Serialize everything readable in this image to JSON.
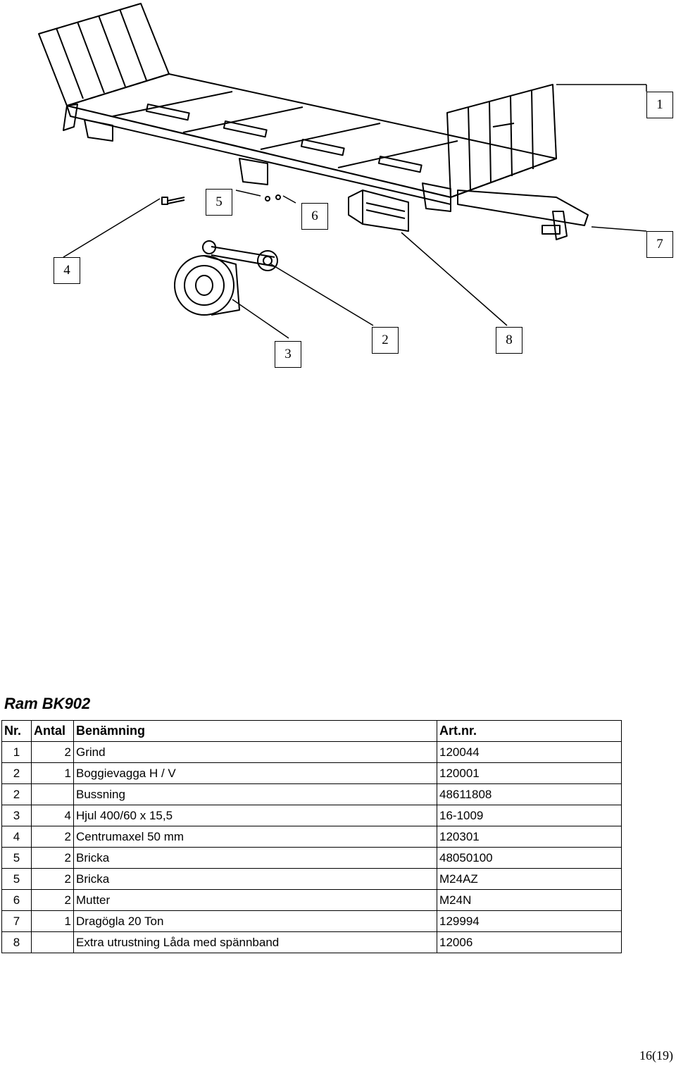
{
  "callouts": [
    "1",
    "7",
    "5",
    "6",
    "4",
    "3",
    "2",
    "8"
  ],
  "title": "Ram BK902",
  "table": {
    "headers": [
      "Nr.",
      "Antal",
      "Benämning",
      "Art.nr."
    ],
    "rows": [
      [
        "1",
        "2",
        "Grind",
        "120044"
      ],
      [
        "2",
        "1",
        "Boggievagga H / V",
        "120001"
      ],
      [
        "2",
        "",
        "Bussning",
        "48611808"
      ],
      [
        "3",
        "4",
        "Hjul   400/60 x 15,5",
        "16-1009"
      ],
      [
        "4",
        "2",
        "Centrumaxel 50 mm",
        "120301"
      ],
      [
        "5",
        "2",
        "Bricka",
        "48050100"
      ],
      [
        "5",
        "2",
        "Bricka",
        "M24AZ"
      ],
      [
        "6",
        "2",
        "Mutter",
        "M24N"
      ],
      [
        "7",
        "1",
        "Dragögla 20 Ton",
        "129994"
      ],
      [
        "8",
        "",
        "Extra utrustning Låda med spännband",
        "12006"
      ]
    ]
  },
  "page_number": "16(19)"
}
